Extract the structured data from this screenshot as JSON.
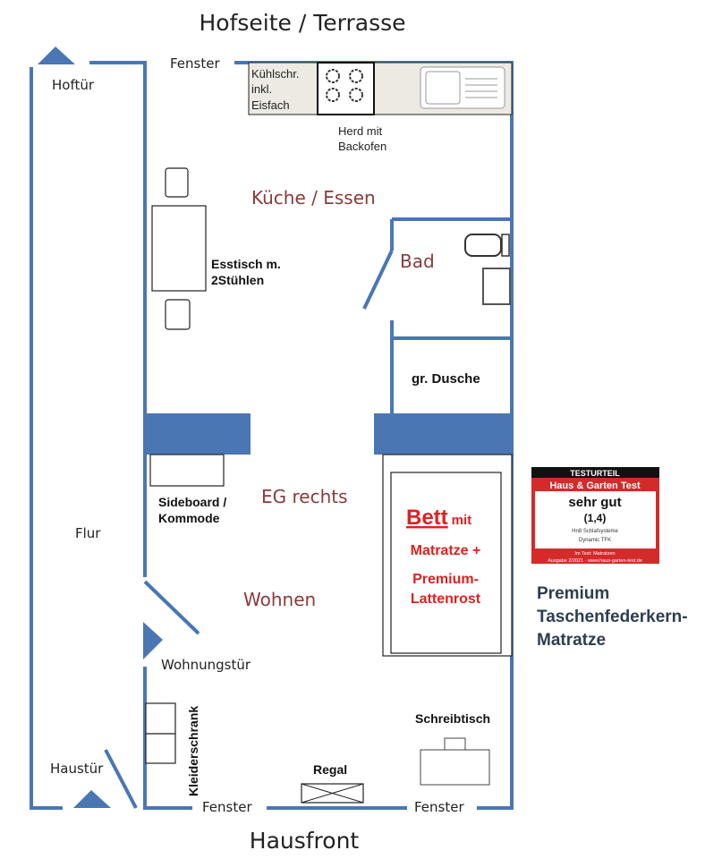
{
  "title_top": "Hofseite / Terrasse",
  "title_bottom": "Hausfront",
  "rooms": {
    "kitchen": "Küche / Essen",
    "bath": "Bad",
    "shower": "gr. Dusche",
    "eg": "EG rechts",
    "living": "Wohnen",
    "hall": "Flur"
  },
  "doors": {
    "back": "Hoftür",
    "apartment": "Wohnungstür",
    "front": "Haustür"
  },
  "windows": {
    "top": "Fenster",
    "bottom_left": "Fenster",
    "bottom_right": "Fenster"
  },
  "furniture": {
    "fridge": [
      "Kühlschr.",
      "inkl.",
      "Eisfach"
    ],
    "stove": [
      "Herd mit",
      "Backofen"
    ],
    "table": [
      "Esstisch m.",
      "2Stühlen"
    ],
    "sideboard": [
      "Sideboard /",
      "Kommode"
    ],
    "bed_title": "Bett",
    "bed_mit": "mit",
    "bed_lines": [
      "Matratze +",
      "Premium-",
      "Lattenrost"
    ],
    "wardrobe": "Kleiderschrank",
    "shelf": "Regal",
    "desk": "Schreibtisch"
  },
  "badge": {
    "header": "TESTURTEIL",
    "brand": "Haus & Garten Test",
    "rating": "sehr gut",
    "score": "(1,4)",
    "maker": "Hn8 Schlafsysteme",
    "product": "Dynamic TFK",
    "test": "Im Test: Matratzen",
    "issue": "Ausgabe 2/2021 · www.haus-garten-test.de"
  },
  "mattress_caption": [
    "Premium",
    "Taschenfederkern-",
    "Matratze"
  ],
  "colors": {
    "wall": "#4a77b4",
    "room_label": "#8b3a3a",
    "bed_label": "#e02020",
    "badge_red": "#d42a2a"
  }
}
